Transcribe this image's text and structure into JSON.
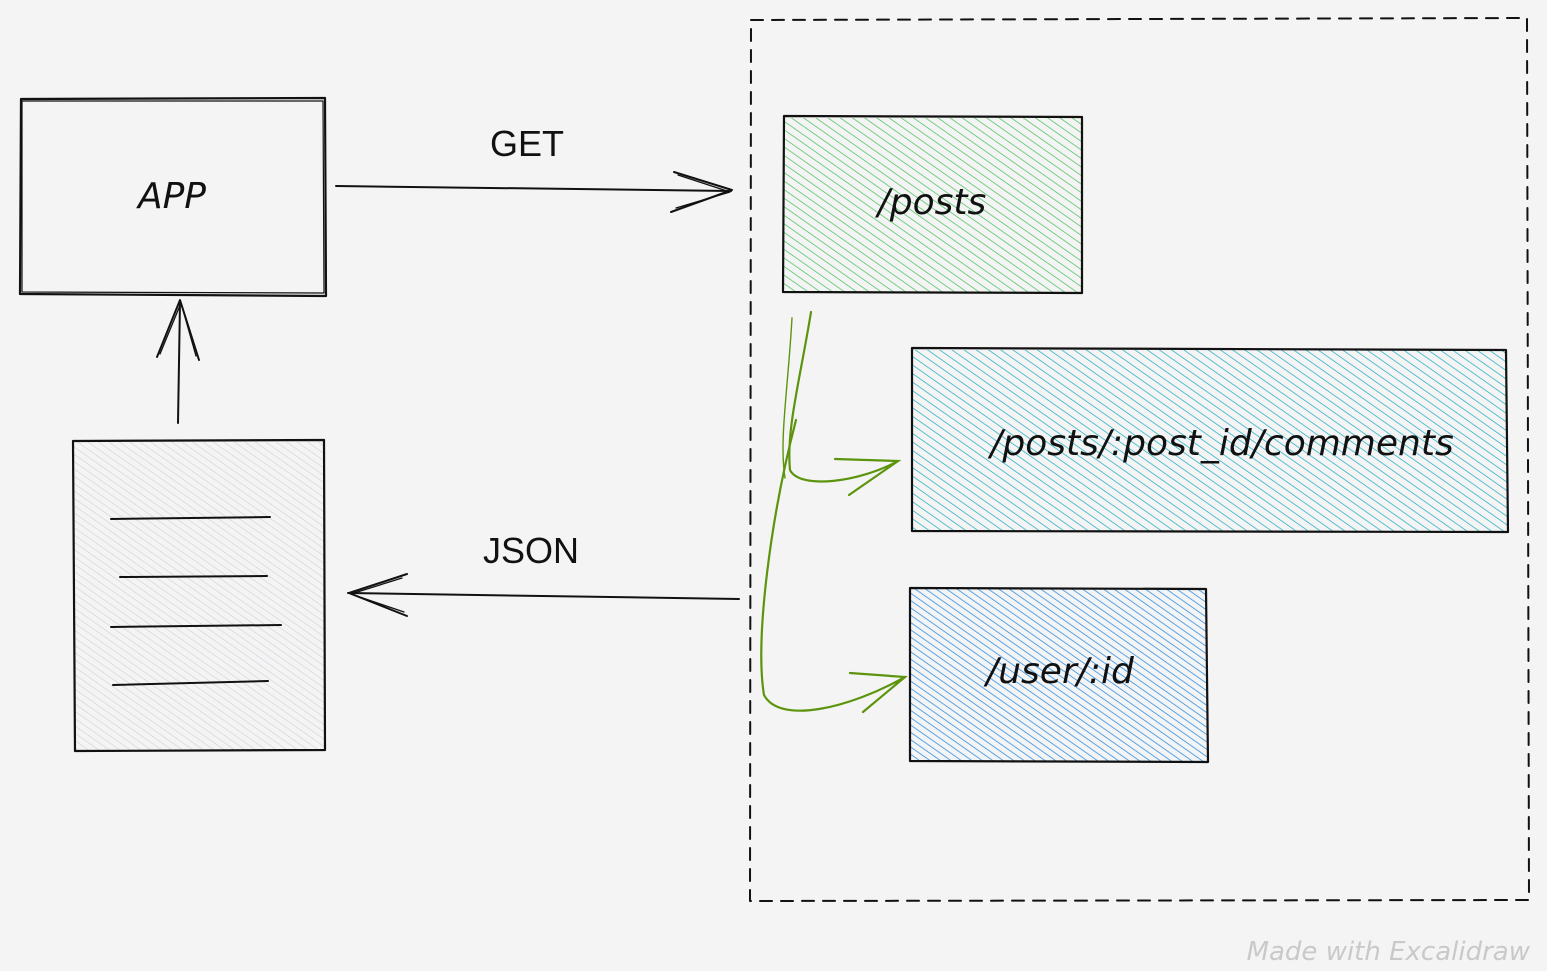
{
  "nodes": {
    "app": {
      "label": "APP"
    },
    "posts": {
      "label": "/posts",
      "color": "#40c057"
    },
    "comments": {
      "label": "/posts/:post_id/comments",
      "color": "#15aabf"
    },
    "user": {
      "label": "/user/:id",
      "color": "#228be6"
    },
    "document": {
      "color": "#ced4da"
    }
  },
  "edges": {
    "get": {
      "label": "GET"
    },
    "json": {
      "label": "JSON"
    },
    "branch_color": "#5c940d"
  },
  "footer": {
    "watermark": "Made with Excalidraw"
  }
}
